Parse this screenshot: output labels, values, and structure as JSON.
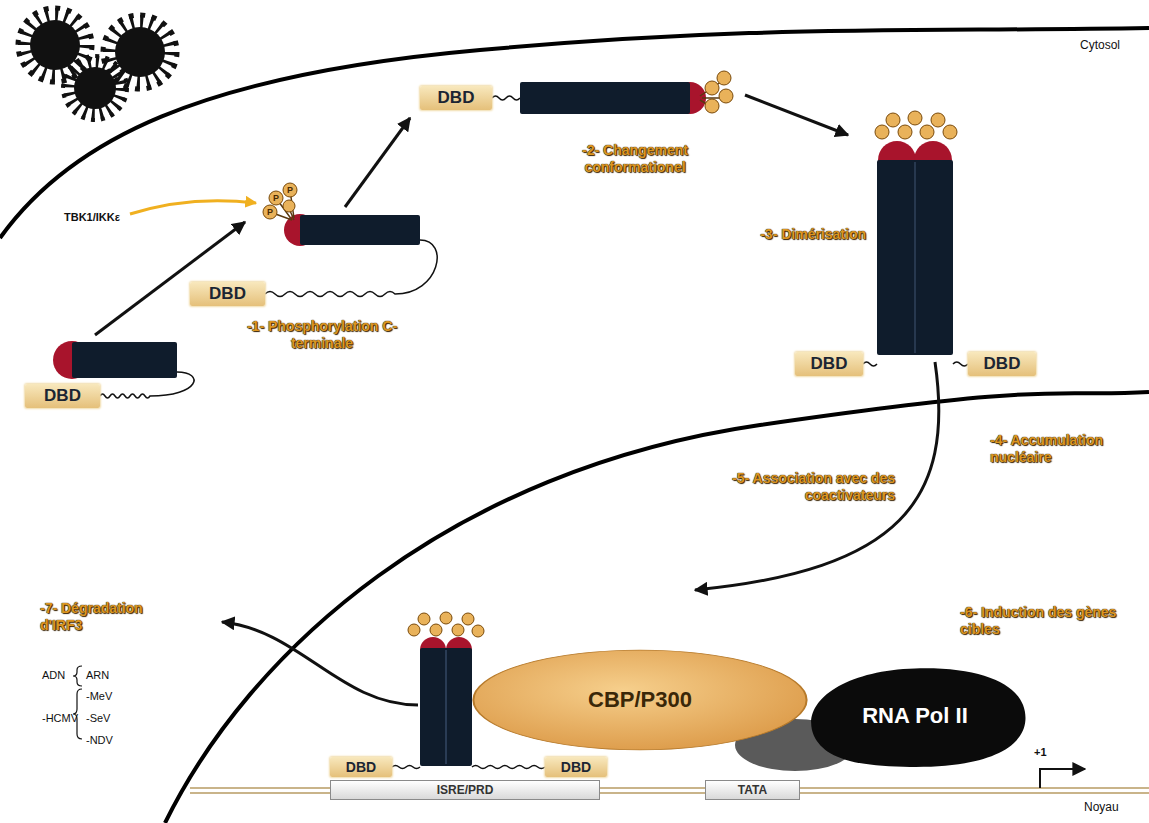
{
  "diagram": {
    "nodes": [
      {
        "text": [
          "DBD"
        ]
      },
      {
        "text": [
          "DBD"
        ]
      },
      {
        "text": [
          "DBD"
        ]
      },
      {
        "text": [
          "DBD"
        ]
      },
      {
        "text": [
          "DBD"
        ]
      },
      {
        "text": [
          "CBP/P300"
        ]
      },
      {
        "text": [
          "RNA Pol II"
        ]
      },
      {
        "text": [
          "DBD"
        ]
      },
      {
        "text": [
          "DBD"
        ]
      },
      {
        "text": [
          "ISRE/PRD"
        ]
      },
      {
        "text": [
          "TATA"
        ]
      }
    ],
    "labels": [
      "Cytosol",
      "TBK1/IKKε",
      "P",
      "P",
      "P",
      "-2- Changement conformationel",
      "-3- Dimérisation",
      "-1- Phosphorylation C-terminale",
      "-4- Accumulation nucléaire",
      "-5- Association avec des coactivateurs",
      "-6- Induction des gènes cibles",
      "-7- Dégradation d'IRF3",
      "ADN",
      "-HCMV",
      "ARN",
      "-MeV",
      "-SeV",
      "-NDV",
      "+1",
      "Noyau"
    ]
  }
}
